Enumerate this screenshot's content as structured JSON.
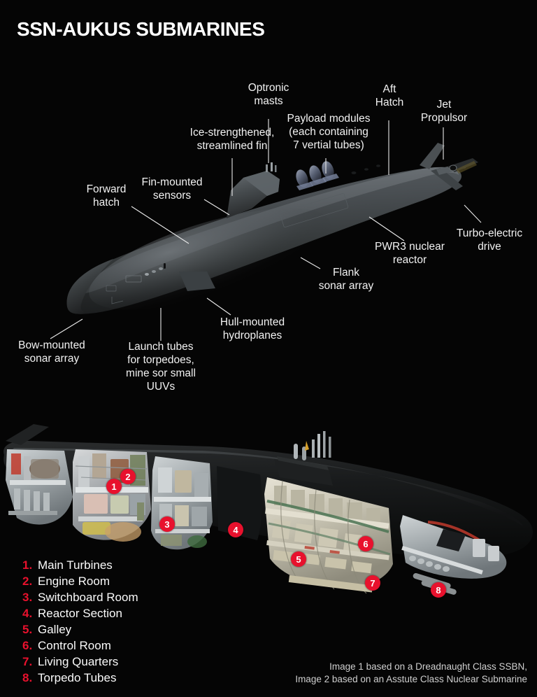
{
  "header": {
    "title": "SSN-AUKUS SUBMARINES"
  },
  "colors": {
    "background": "#050505",
    "text": "#f2f2f2",
    "accent_red": "#e8112d",
    "hull_dark": "#2f3234",
    "hull_mid": "#43474a",
    "hull_light": "#6e7478",
    "caption_text": "#cfcfcf"
  },
  "diagram_top": {
    "name": "exterior-cutaway-view",
    "callouts": [
      {
        "id": "optronic-masts",
        "label": "Optronic\nmasts"
      },
      {
        "id": "ice-strengthened-fin",
        "label": "Ice-strengthened,\nstreamlined fin"
      },
      {
        "id": "payload-modules",
        "label": "Payload modules\n(each containing\n7 vertial tubes)"
      },
      {
        "id": "aft-hatch",
        "label": "Aft\nHatch"
      },
      {
        "id": "jet-propulsor",
        "label": "Jet\nPropulsor"
      },
      {
        "id": "forward-hatch",
        "label": "Forward\nhatch"
      },
      {
        "id": "fin-mounted-sensors",
        "label": "Fin-mounted\nsensors"
      },
      {
        "id": "turbo-electric-drive",
        "label": "Turbo-electric\ndrive"
      },
      {
        "id": "pwr3-nuclear-reactor",
        "label": "PWR3 nuclear\nreactor"
      },
      {
        "id": "flank-sonar-array",
        "label": "Flank\nsonar array"
      },
      {
        "id": "hull-mounted-hydroplanes",
        "label": "Hull-mounted\nhydroplanes"
      },
      {
        "id": "launch-tubes",
        "label": "Launch tubes\nfor torpedoes,\nmine sor small\nUUVs"
      },
      {
        "id": "bow-mounted-sonar-array",
        "label": "Bow-mounted\nsonar array"
      }
    ]
  },
  "diagram_bottom": {
    "name": "internal-cutaway-view",
    "markers": [
      "1",
      "2",
      "3",
      "4",
      "5",
      "6",
      "7",
      "8"
    ]
  },
  "legend": {
    "items": [
      {
        "num": "1.",
        "label": "Main Turbines"
      },
      {
        "num": "2.",
        "label": "Engine Room"
      },
      {
        "num": "3.",
        "label": "Switchboard Room"
      },
      {
        "num": "4.",
        "label": "Reactor Section"
      },
      {
        "num": "5.",
        "label": "Galley"
      },
      {
        "num": "6.",
        "label": "Control Room"
      },
      {
        "num": "7.",
        "label": "Living Quarters"
      },
      {
        "num": "8.",
        "label": "Torpedo Tubes"
      }
    ]
  },
  "caption": {
    "text": "Image 1 based on a Dreadnaught Class SSBN,\nImage 2 based on an Asstute Class Nuclear Submarine"
  }
}
